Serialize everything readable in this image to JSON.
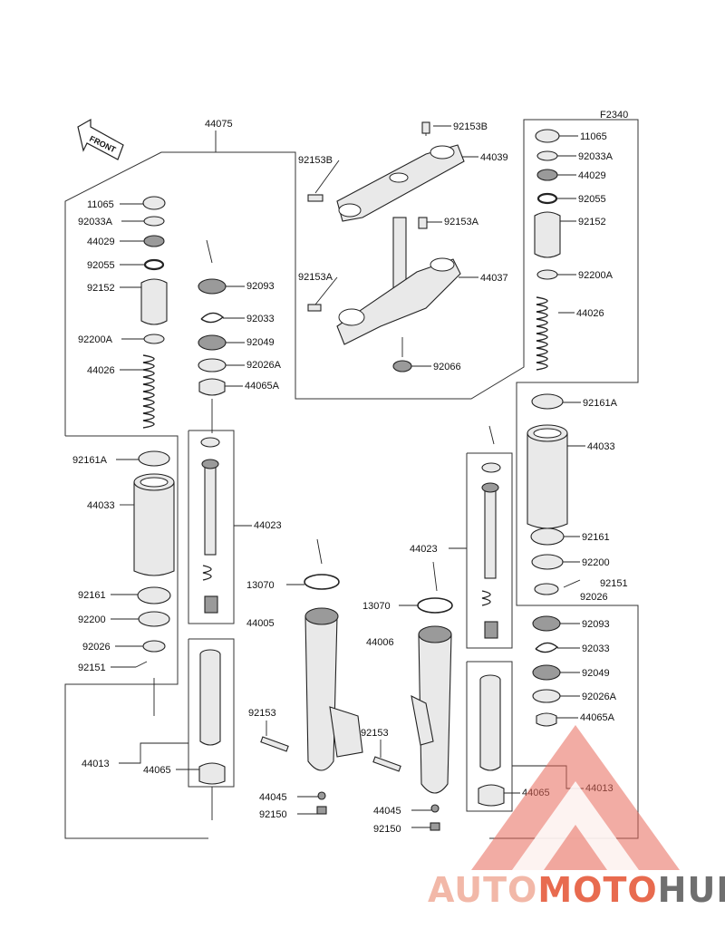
{
  "diagram_code": "F2340",
  "front_arrow_text": "FRONT",
  "labels": {
    "assy_left": "44075",
    "cap_left": "11065",
    "oring_left": "92033A",
    "nut_left": "44029",
    "ring_left": "92055",
    "spacer_left": "92152",
    "washer_left": "92200A",
    "spring_left": "44026",
    "seat_left": "92161A",
    "cyl_left": "44033",
    "stopper_left": "92161",
    "collar_left": "92200",
    "clamp_left": "92026",
    "screw_left": "92151",
    "tube_left": "44013",
    "bushing_left": "44065",
    "seal_a": "92093",
    "circlip_a": "92033",
    "guide_a": "92049",
    "washer_a": "92026A",
    "bushing_a": "44065A",
    "piston_left": "44023",
    "gasket_left": "13070",
    "outer_left": "44005",
    "bolt_left": "92153",
    "washer_axle_left": "44045",
    "nut_axle_left": "92150",
    "bolt_top1": "92153B",
    "bolt_top2": "92153B",
    "upper_bracket": "44039",
    "bolt_mid1": "92153A",
    "bolt_mid2": "92153A",
    "stem": "44037",
    "nut_stem": "92066",
    "piston_right": "44023",
    "gasket_right": "13070",
    "outer_right": "44006",
    "bolt_right": "92153",
    "washer_axle_right": "44045",
    "nut_axle_right": "92150",
    "cap_right": "11065",
    "oring_right": "92033A",
    "nut_right": "44029",
    "ring_right": "92055",
    "spacer_right": "92152",
    "washer_right": "92200A",
    "spring_right": "44026",
    "seat_right": "92161A",
    "cyl_right": "44033",
    "stopper_right": "92161",
    "collar_right": "92200",
    "screw_right": "92151",
    "clamp_right": "92026",
    "seal_b": "92093",
    "circlip_b": "92033",
    "guide_b": "92049",
    "washer_b": "92026A",
    "bushing_b": "44065A",
    "tube_right": "44013",
    "bushing_right": "44065"
  },
  "watermark": {
    "auto": "AUTO",
    "moto": "MOTO",
    "hub": "HUB",
    "colors": {
      "auto": "#f2b8a8",
      "moto": "#e86b4f",
      "hub": "#6f6f6f",
      "logo": "#e8685a"
    }
  }
}
